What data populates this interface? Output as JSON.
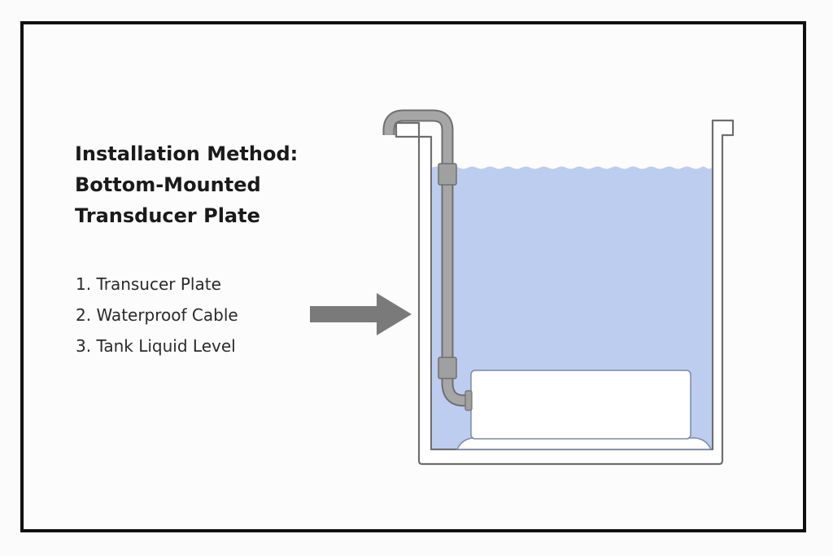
{
  "title": {
    "lines": [
      "Installation Method:",
      "Bottom-Mounted",
      "Transducer Plate"
    ]
  },
  "legend": {
    "items": [
      {
        "label": "1. Transucer Plate"
      },
      {
        "label": "2. Waterproof Cable"
      },
      {
        "label": "3. Tank Liquid Level"
      }
    ]
  },
  "icons": {
    "pointer": "arrow-right-icon"
  },
  "colors": {
    "frame": "#111111",
    "liquid": "#bccdef",
    "tank_outline": "#6e6e6e",
    "cable": "#a0a0a0",
    "arrow": "#7a7a7a",
    "transducer": "#ffffff"
  }
}
